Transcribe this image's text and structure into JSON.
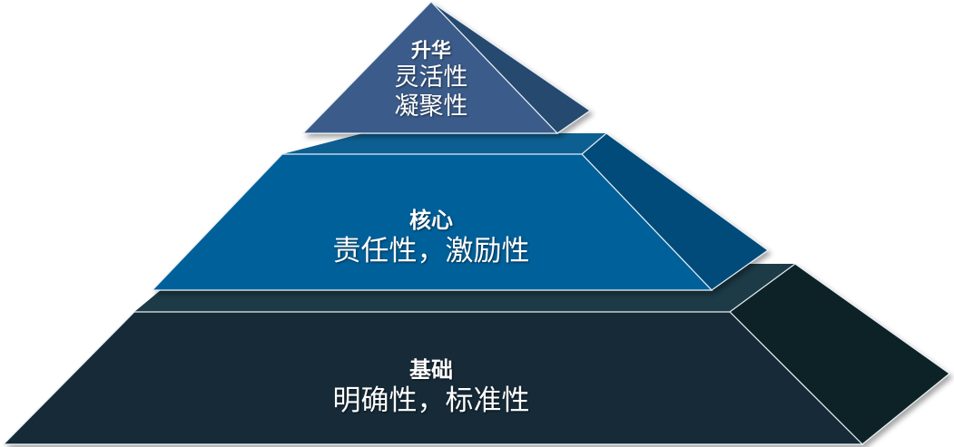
{
  "tiers": {
    "top": {
      "title": "升华",
      "lines": [
        "灵活性",
        "凝聚性"
      ],
      "front_color": "#3a5b8a",
      "side_color": "#264870"
    },
    "middle": {
      "title": "核心",
      "lines": [
        "责任性，激励性"
      ],
      "front_color": "#00609a",
      "side_color": "#044c7a"
    },
    "base": {
      "title": "基础",
      "lines": [
        "明确性，标准性"
      ],
      "front_color": "#122c37",
      "side_color": "#0d2028"
    }
  }
}
